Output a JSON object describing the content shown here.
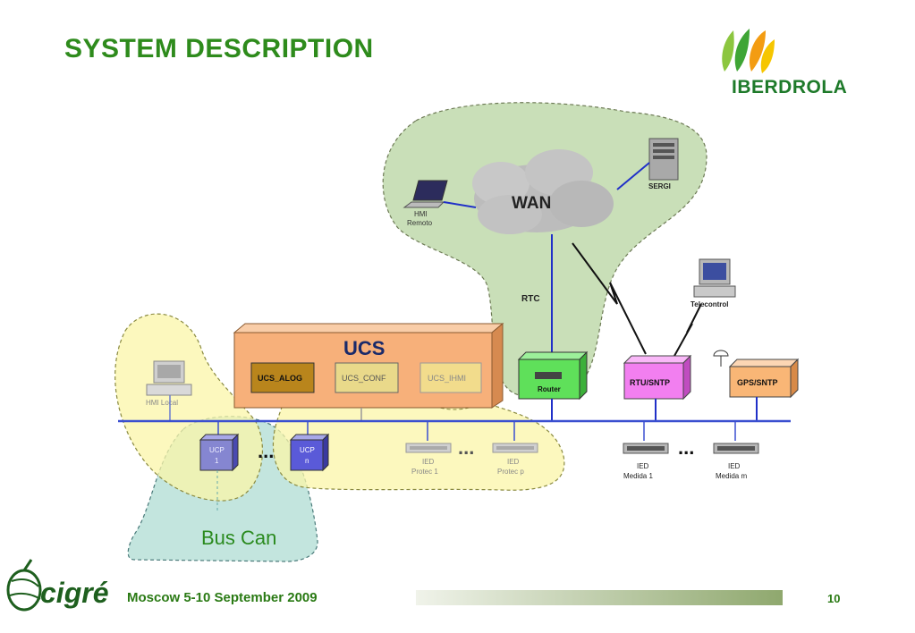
{
  "title": "SYSTEM DESCRIPTION",
  "logo": {
    "iberdrola": "IBERDROLA",
    "cigre": "cigré"
  },
  "footer": {
    "event": "Moscow 5-10 September 2009",
    "page": "10"
  },
  "diagram": {
    "wan": "WAN",
    "hmi_remoto": [
      "HMI",
      "Remoto"
    ],
    "sergi": "SERGI",
    "rtc": "RTC",
    "telecontrol": "Telecontrol",
    "ucs": "UCS",
    "ucs_alog": "UCS_ALOG",
    "ucs_conf": "UCS_CONF",
    "ucs_ihmi": "UCS_IHMI",
    "router": "Router",
    "rtu_sntp": "RTU/SNTP",
    "gps_sntp": "GPS/SNTP",
    "hmi_local": "HMI Local",
    "ucp1": [
      "UCP",
      "1"
    ],
    "ucpn": [
      "UCP",
      "n"
    ],
    "ied_protec1": [
      "IED",
      "Protec 1"
    ],
    "ied_protecp": [
      "IED",
      "Protec p"
    ],
    "ied_medida1": [
      "IED",
      "Medida 1"
    ],
    "ied_medidam": [
      "IED",
      "Medida m"
    ],
    "ellipsis": "...",
    "bus_can": "Bus Can"
  },
  "colors": {
    "title_green": "#2e8b1c",
    "wan_region": "#c9dfb8",
    "yellow_region": "#fbf5a8",
    "bus_can_region": "#b8e0d8",
    "bus_line": "#3a4fd0",
    "router_fill": "#5fe05a",
    "rtu_fill": "#f27ff0",
    "gps_fill": "#f9b676",
    "ucs_fill": "#f7b07a",
    "ucp_fill": "#6a6ad8"
  }
}
